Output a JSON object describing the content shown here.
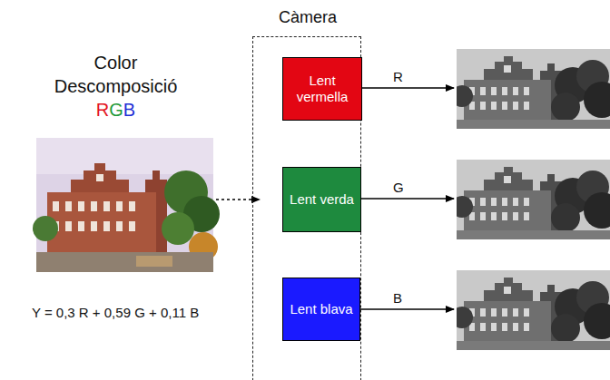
{
  "diagram": {
    "title": "Color Descomposició",
    "nodes": [
      {
        "text": [
          "Càmera"
        ]
      },
      {
        "text": [
          "Lent vermella"
        ],
        "in": 0
      },
      {
        "text": [
          "Lent verda"
        ],
        "in": 0
      },
      {
        "text": [
          "Lent blava"
        ],
        "in": 0
      }
    ],
    "labels": [
      "R",
      "G",
      "B",
      "Y = 0,3 R + 0,59 G + 0,11 B",
      "R",
      "G",
      "B"
    ]
  }
}
